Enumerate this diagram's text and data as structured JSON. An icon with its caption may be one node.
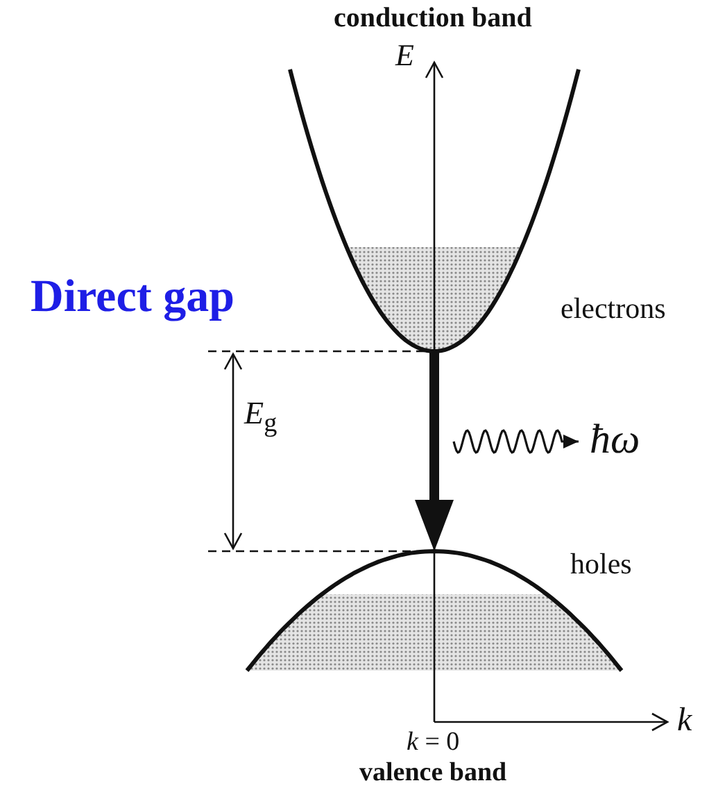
{
  "diagram": {
    "title": "Direct gap",
    "labels": [
      "conduction band",
      "E",
      "electrons",
      "*E*$_{g}$",
      "ħω",
      "holes",
      "k",
      "*k* = 0",
      "valence band"
    ]
  }
}
